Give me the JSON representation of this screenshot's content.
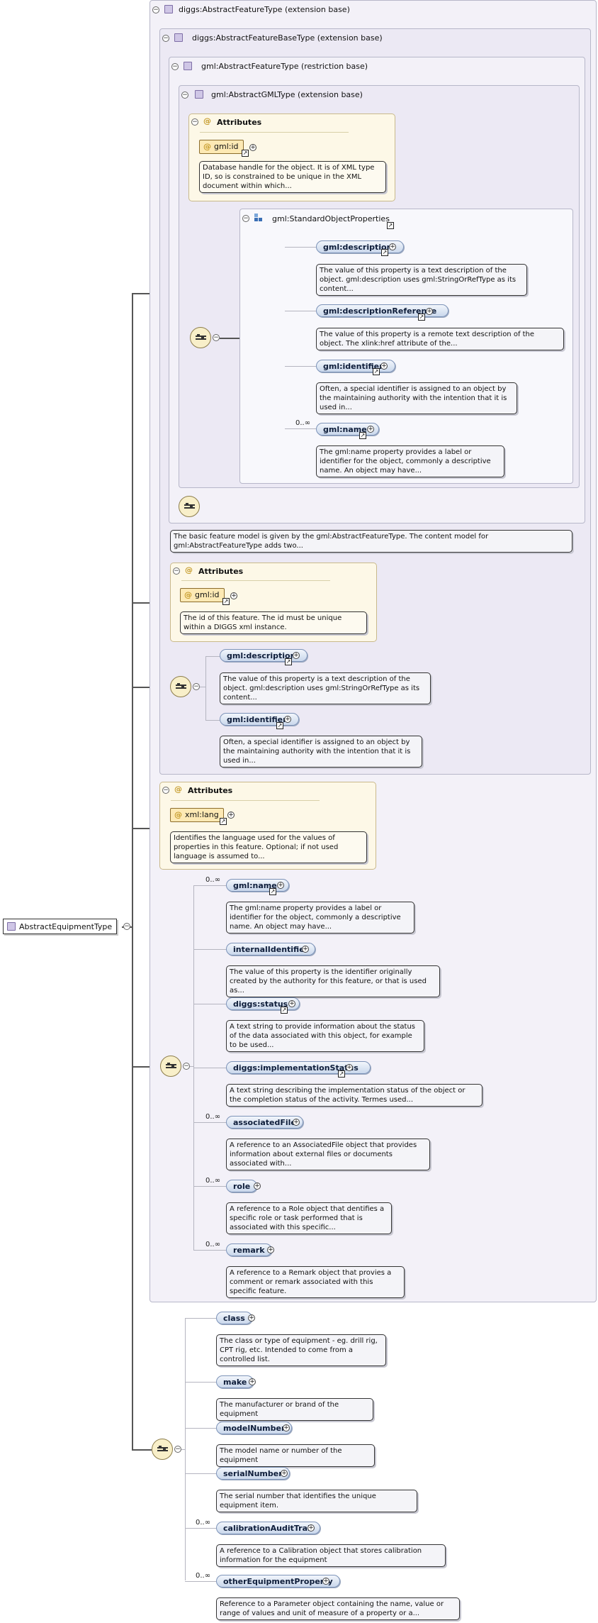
{
  "root": {
    "label": "AbstractEquipmentType"
  },
  "frames": {
    "f1": "diggs:AbstractFeatureType (extension base)",
    "f2": "diggs:AbstractFeatureBaseType (extension base)",
    "f3": "gml:AbstractFeatureType (restriction base)",
    "f4": "gml:AbstractGMLType (extension base)",
    "sop": "gml:StandardObjectProperties"
  },
  "attr_title": "Attributes",
  "attributes": {
    "gml_id_1": {
      "name": "gml:id",
      "desc": "Database handle for the object. It is of XML type ID, so is constrained to be unique in the XML document within which..."
    },
    "gml_id_2": {
      "name": "gml:id",
      "desc": "The id of this feature. The id must be unique within a DIGGS xml instance."
    },
    "xml_lang": {
      "name": "xml:lang",
      "desc": "Identifies the language used for the values of properties in this feature. Optional; if not used language is assumed to..."
    }
  },
  "sop_elements": [
    {
      "name": "gml:description",
      "desc": "The value of this property is a text description of the object. gml:description uses gml:StringOrRefType as its content..."
    },
    {
      "name": "gml:descriptionReference",
      "desc": "The value of this property is a remote text description of the object. The xlink:href attribute of the..."
    },
    {
      "name": "gml:identifier",
      "desc": "Often, a special identifier is assigned to an object by the maintaining authority with the intention that it is used in..."
    },
    {
      "name": "gml:name",
      "card": "0..∞",
      "desc": "The gml:name property provides a label or identifier for the object, commonly a descriptive name. An object may have..."
    }
  ],
  "f3_desc": "The basic feature model is given by the gml:AbstractFeatureType. The content model for gml:AbstractFeatureType adds two...",
  "f2_elements": [
    {
      "name": "gml:description",
      "desc": "The value of this property is a text description of the object. gml:description uses gml:StringOrRefType as its content..."
    },
    {
      "name": "gml:identifier",
      "desc": "Often, a special identifier is assigned to an object by the maintaining authority with the intention that it is used in..."
    }
  ],
  "f1_elements": [
    {
      "name": "gml:name",
      "card": "0..∞",
      "desc": "The gml:name property provides a label or identifier for the object, commonly a descriptive name. An object may have..."
    },
    {
      "name": "internalIdentifier",
      "desc": "The value of this property is the identifier originally created by the authority for this feature, or that is used as..."
    },
    {
      "name": "diggs:status",
      "desc": "A text string to provide information about the status of the data associated with this object, for example to be used..."
    },
    {
      "name": "diggs:implementationStatus",
      "desc": "A text string describing the implementation status of the object or the completion status of the activity. Termes used..."
    },
    {
      "name": "associatedFile",
      "card": "0..∞",
      "desc": "A reference to an AssociatedFile object that provides information about external files or documents associated with..."
    },
    {
      "name": "role",
      "card": "0..∞",
      "desc": "A reference to a Role object that dentifies a specific role or task performed that is associated with this specific..."
    },
    {
      "name": "remark",
      "card": "0..∞",
      "desc": "A reference to a Remark object that provies a comment or remark associated with this specific feature."
    }
  ],
  "own_elements": [
    {
      "name": "class",
      "desc": "The class or type of equipment - eg. drill rig, CPT rig, etc. Intended to come from a controlled list."
    },
    {
      "name": "make",
      "desc": "The manufacturer or brand of the equipment"
    },
    {
      "name": "modelNumber",
      "desc": "The model name or number of the equipment"
    },
    {
      "name": "serialNumber",
      "desc": "The serial number that identifies the unique equipment item."
    },
    {
      "name": "calibrationAuditTrail",
      "card": "0..∞",
      "desc": "A reference to a Calibration object that stores calibration information for the equipment"
    },
    {
      "name": "otherEquipmentProperty",
      "card": "0..∞",
      "desc": "Reference to a Parameter object containing the name, value or range of values and unit of measure of a property or a..."
    }
  ],
  "icons": {
    "collapse": "⊖",
    "expand": "+",
    "ref": "↗"
  }
}
